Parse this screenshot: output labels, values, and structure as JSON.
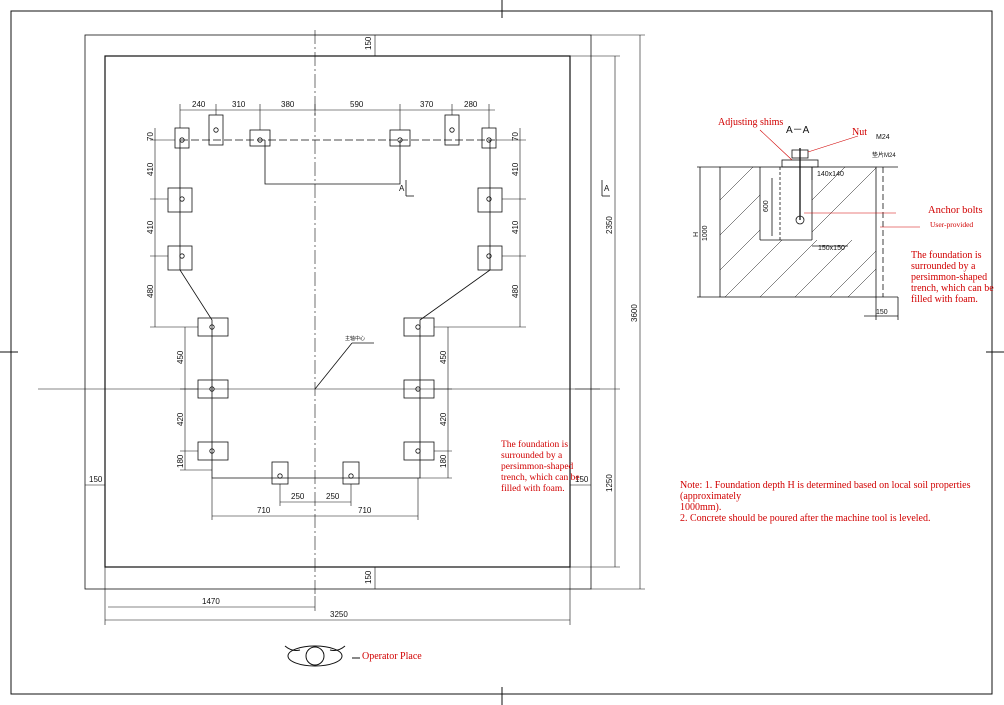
{
  "plan": {
    "dims": {
      "top_150": "150",
      "bottom_150": "150",
      "left_150": "150",
      "right_150": "150",
      "h_2350": "2350",
      "h_3600": "3600",
      "h_1250": "1250",
      "w_1470": "1470",
      "w_3250": "3250",
      "top_240": "240",
      "top_310": "310",
      "top_380": "380",
      "top_590": "590",
      "top_370": "370",
      "top_280": "280",
      "left_70": "70",
      "left_410a": "410",
      "left_410b": "410",
      "left_480": "480",
      "right_70": "70",
      "right_410a": "410",
      "right_410b": "410",
      "right_480": "480",
      "left_450": "450",
      "left_420": "420",
      "left_180": "180",
      "right_450": "450",
      "right_420": "420",
      "right_180": "180",
      "bot_250a": "250",
      "bot_250b": "250",
      "bot_710a": "710",
      "bot_710b": "710"
    },
    "section_marker": "A",
    "center_label": "主轴中心",
    "operator_place": "Operator Place",
    "trench_note": "The foundation is surrounded by a persimmon-shaped trench, which can be filled with foam."
  },
  "section": {
    "title": "A－A",
    "adjusting_shims": "Adjusting shims",
    "nut": "Nut",
    "nut_spec": "M24",
    "washer_spec": "垫片M24",
    "dim_140": "140x140",
    "dim_600": "600",
    "dim_150x150": "150x150",
    "dim_H": "H",
    "dim_1000": "1000",
    "dim_150": "150",
    "anchor_bolts": "Anchor bolts",
    "user_provided": "User-provided",
    "trench_note": "The foundation is surrounded by a persimmon-shaped trench, which can be filled with foam."
  },
  "notes": {
    "line1": "Note: 1. Foundation depth H is determined based on local soil properties (approximately\n1000mm).",
    "line2": "2. Concrete should be poured after the machine tool is leveled."
  },
  "colors": {
    "line": "#111111",
    "annotation": "#d10000"
  }
}
